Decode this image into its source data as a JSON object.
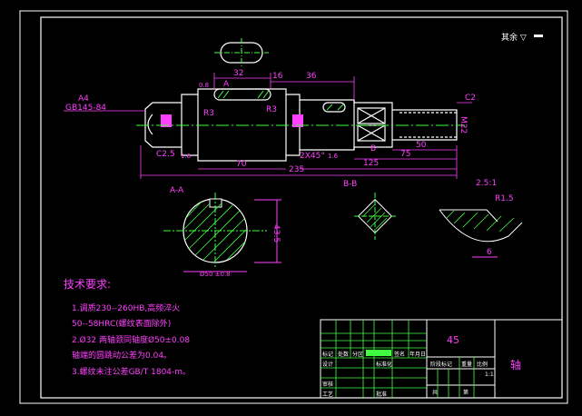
{
  "drawing": {
    "top_right_note": "其余 ▽",
    "part_name": "轴",
    "material": "45",
    "scale": "1:1"
  },
  "dimensions": {
    "keyway_32": "32",
    "dim_16": "16",
    "dim_36": "36",
    "dim_70": "70",
    "dim_235": "235",
    "dim_125": "125",
    "dim_75": "75",
    "dim_50": "50",
    "dim_C2": "C2",
    "dim_M22": "M22",
    "dim_R3a": "R3",
    "dim_R3b": "R3",
    "dim_C25": "C2.5",
    "dim_2x45": "2X45°",
    "dim_A4": "A4",
    "dim_gb": "GB145-84",
    "dim_435": "43.5",
    "dim_phi50": "Ø50 ±0.8",
    "section_aa": "A-A",
    "section_bb": "B-B",
    "detail_scale": "2.5:1",
    "detail_R15": "R1.5",
    "detail_6": "6",
    "sec_A": "A",
    "sec_B": "B",
    "label_0_8": "0.8",
    "label_1_6": "1.6",
    "label_1_6b": "1.6"
  },
  "tech_notes": {
    "heading": "技术要求:",
    "line1": "1.调质230--260HB,高频淬火",
    "line2": "50--58HRC(螺纹表面除外)",
    "line3": "2.Ø32  两轴颈同轴度Ø50±0.08",
    "line4": "轴端的圆跳动公差为0.04。",
    "line5": "3.螺纹未注公差GB/T 1804-m。"
  },
  "title_block": {
    "designer": "设计",
    "checker": "审核",
    "craft": "工艺",
    "approve": "批准",
    "standard": "标准化",
    "mark": "标记",
    "count": "处数",
    "zone": "分区",
    "sign": "签名",
    "date": "年月日",
    "stage": "阶段标记",
    "weight": "重量",
    "ratio": "比例",
    "sheet": "共",
    "page": "第"
  },
  "colors": {
    "frame": "#ffffff",
    "outline": "#ffffff",
    "dimension": "#ff40ff",
    "centerline": "#40ff40",
    "hatch": "#40ff40",
    "title_green": "#40ff40"
  }
}
